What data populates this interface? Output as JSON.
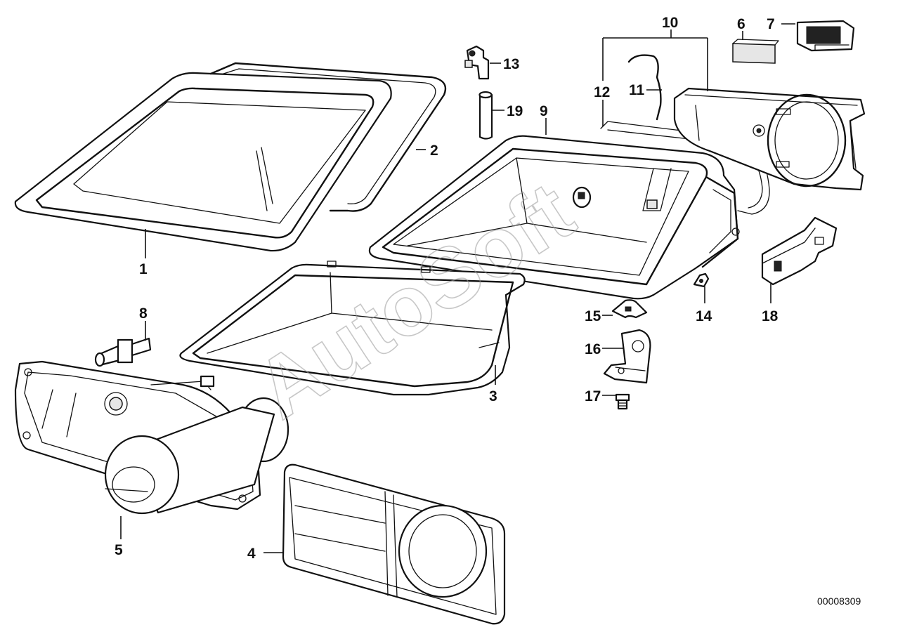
{
  "callouts": [
    {
      "key": "1",
      "label": "1"
    },
    {
      "key": "2",
      "label": "2"
    },
    {
      "key": "3",
      "label": "3"
    },
    {
      "key": "4",
      "label": "4"
    },
    {
      "key": "5",
      "label": "5"
    },
    {
      "key": "6",
      "label": "6"
    },
    {
      "key": "7",
      "label": "7"
    },
    {
      "key": "8",
      "label": "8"
    },
    {
      "key": "9",
      "label": "9"
    },
    {
      "key": "10",
      "label": "10"
    },
    {
      "key": "11",
      "label": "11"
    },
    {
      "key": "12",
      "label": "12"
    },
    {
      "key": "13",
      "label": "13"
    },
    {
      "key": "14",
      "label": "14"
    },
    {
      "key": "15",
      "label": "15"
    },
    {
      "key": "16",
      "label": "16"
    },
    {
      "key": "17",
      "label": "17"
    },
    {
      "key": "18",
      "label": "18"
    },
    {
      "key": "19",
      "label": "19"
    }
  ],
  "diagram_id": "00008309",
  "watermark": "AutoSoft"
}
